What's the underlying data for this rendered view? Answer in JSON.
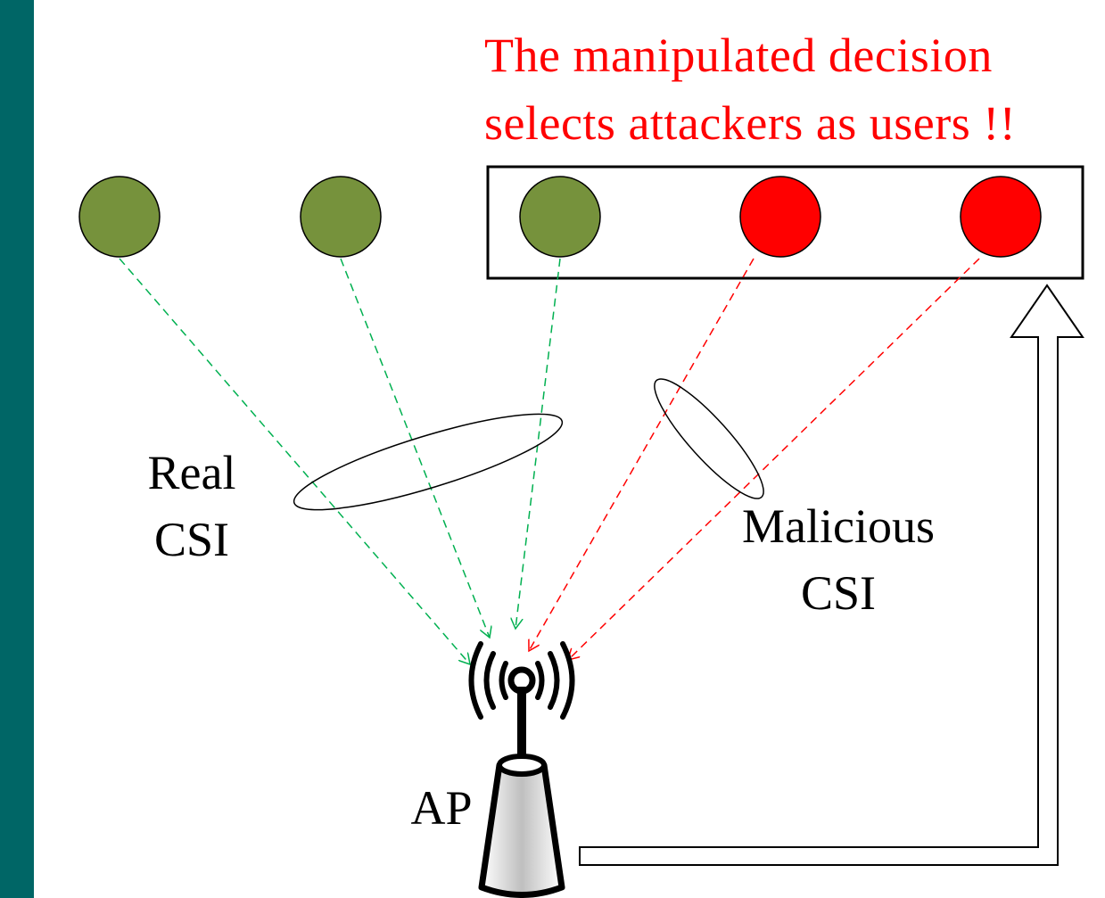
{
  "title": {
    "line1": "The manipulated decision",
    "line2": "selects attackers as users !!"
  },
  "labels": {
    "real_csi_line1": "Real",
    "real_csi_line2": "CSI",
    "malicious_csi_line1": "Malicious",
    "malicious_csi_line2": "CSI",
    "ap": "AP"
  },
  "nodes": [
    {
      "role": "legitimate",
      "color": "#76923c"
    },
    {
      "role": "legitimate",
      "color": "#76923c"
    },
    {
      "role": "legitimate",
      "color": "#76923c"
    },
    {
      "role": "attacker",
      "color": "#ff0000"
    },
    {
      "role": "attacker",
      "color": "#ff0000"
    }
  ],
  "colors": {
    "sidebar": "#006666",
    "title": "#ff0000",
    "real_link": "#00b050",
    "malicious_link": "#ff0000"
  },
  "icons": [
    "access-point-icon",
    "wireless-signal-icon",
    "feedback-arrow-icon"
  ]
}
